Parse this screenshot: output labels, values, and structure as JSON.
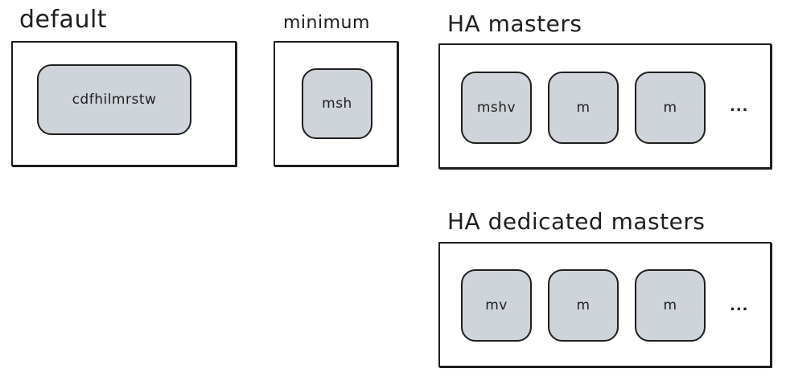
{
  "colors": {
    "stroke": "#1e1e1e",
    "node_fill": "#ced4da",
    "background": "#ffffff"
  },
  "groups": {
    "default": {
      "title": "default",
      "nodes": [
        "cdfhilmrstw"
      ]
    },
    "minimum": {
      "title": "minimum",
      "nodes": [
        "msh"
      ]
    },
    "ha_masters": {
      "title": "HA masters",
      "nodes": [
        "mshv",
        "m",
        "m"
      ],
      "more": "..."
    },
    "ha_dedicated_masters": {
      "title": "HA dedicated masters",
      "nodes": [
        "mv",
        "m",
        "m"
      ],
      "more": "..."
    }
  }
}
